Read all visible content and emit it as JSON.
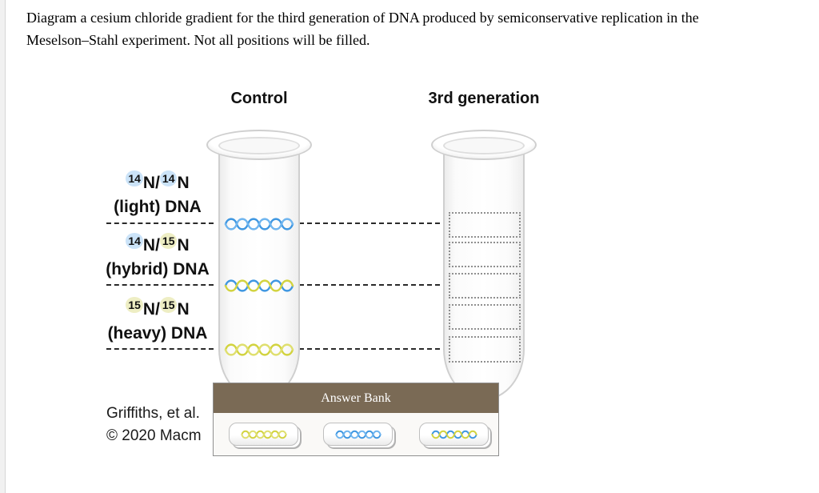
{
  "instructions": {
    "line1": "Diagram a cesium chloride gradient for the third generation of DNA produced by semiconservative replication in the",
    "line2": "Meselson–Stahl experiment. Not all positions will be filled."
  },
  "columns": {
    "control": "Control",
    "gen3": "3rd generation"
  },
  "row_labels": [
    {
      "sup1": "14",
      "mid": "N/",
      "sup2": "14",
      "end": "N",
      "name": "(light) DNA"
    },
    {
      "sup1": "14",
      "mid": "N/",
      "sup2": "15",
      "end": "N",
      "name": "(hybrid) DNA"
    },
    {
      "sup1": "15",
      "mid": "N/",
      "sup2": "15",
      "end": "N",
      "name": "(heavy) DNA"
    }
  ],
  "control_bands": [
    {
      "icon": "light-dna-band",
      "strand1": "#3f97e1",
      "strand2": "#6fb5ef"
    },
    {
      "icon": "hybrid-dna-band",
      "strand1": "#3f97e1",
      "strand2": "#d2d33f"
    },
    {
      "icon": "heavy-dna-band",
      "strand1": "#d2d33f",
      "strand2": "#dfdf6e"
    }
  ],
  "answer_bank": {
    "title": "Answer Bank",
    "items": [
      {
        "icon": "heavy-dna-band",
        "strand1": "#d2d33f",
        "strand2": "#dfdf6e"
      },
      {
        "icon": "light-dna-band",
        "strand1": "#3f97e1",
        "strand2": "#6fb5ef"
      },
      {
        "icon": "hybrid-dna-band",
        "strand1": "#3f97e1",
        "strand2": "#d2d33f"
      }
    ]
  },
  "attribution": {
    "line1": "Griffiths, et al.",
    "line2": "© 2020 Macm"
  },
  "colors": {
    "bank_header_brown": "#7a6a55",
    "dna_blue": "#3f97e1",
    "dna_yellow": "#d2d33f",
    "isotope14_highlight": "#cbe3f8",
    "isotope15_highlight": "#eeeec4",
    "dashed_line": "#2a2a2a",
    "dropzone_border": "#8f8f8f"
  }
}
